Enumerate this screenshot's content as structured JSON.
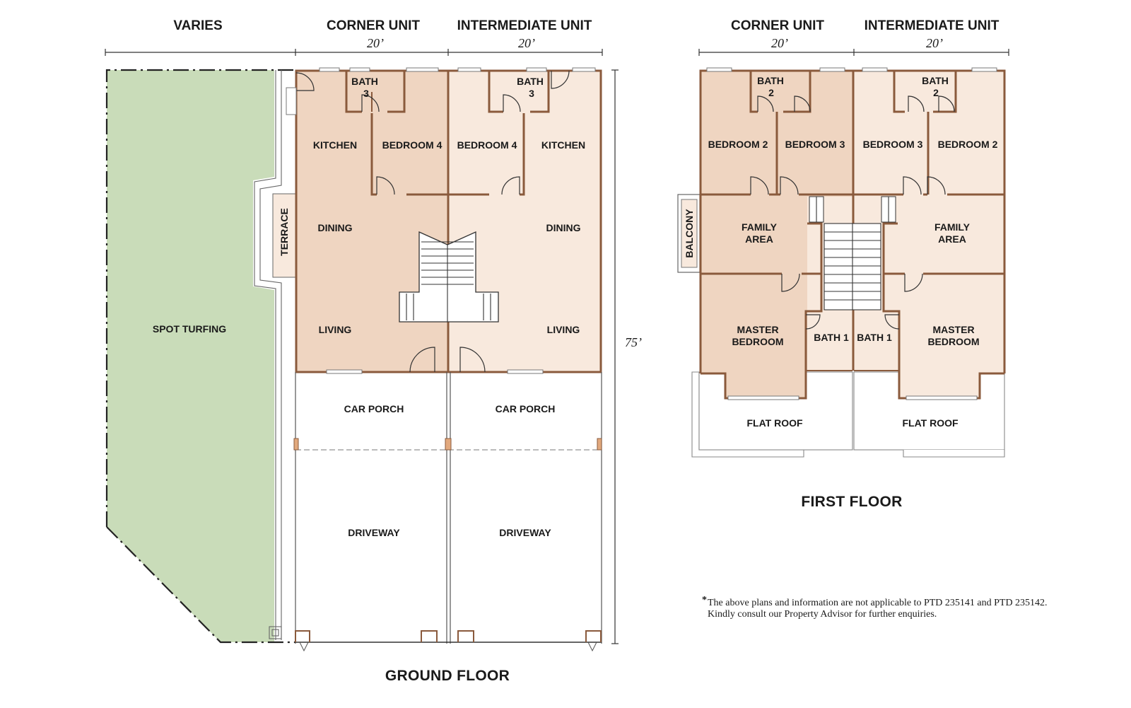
{
  "headers": {
    "varies": "VARIES",
    "gf_corner": "CORNER UNIT",
    "gf_intermediate": "INTERMEDIATE UNIT",
    "ff_corner": "CORNER UNIT",
    "ff_intermediate": "INTERMEDIATE UNIT"
  },
  "dimensions": {
    "gf_corner_width": "20’",
    "gf_intermediate_width": "20’",
    "ff_corner_width": "20’",
    "ff_intermediate_width": "20’",
    "depth": "75’"
  },
  "ground_floor": {
    "title": "GROUND FLOOR",
    "spot_turfing": "SPOT TURFING",
    "terrace": "TERRACE",
    "corner": {
      "bath_line1": "BATH",
      "bath_line2": "3",
      "kitchen": "KITCHEN",
      "bedroom": "BEDROOM 4",
      "dining": "DINING",
      "living": "LIVING",
      "car_porch": "CAR PORCH",
      "driveway": "DRIVEWAY"
    },
    "intermediate": {
      "bath_line1": "BATH",
      "bath_line2": "3",
      "kitchen": "KITCHEN",
      "bedroom": "BEDROOM 4",
      "dining": "DINING",
      "living": "LIVING",
      "car_porch": "CAR PORCH",
      "driveway": "DRIVEWAY"
    }
  },
  "first_floor": {
    "title": "FIRST FLOOR",
    "balcony": "BALCONY",
    "corner": {
      "bath_line1": "BATH",
      "bath_line2": "2",
      "bedroom_a": "BEDROOM 2",
      "bedroom_b": "BEDROOM 3",
      "family_line1": "FAMILY",
      "family_line2": "AREA",
      "master_line1": "MASTER",
      "master_line2": "BEDROOM",
      "bath1": "BATH 1",
      "flat_roof": "FLAT ROOF"
    },
    "intermediate": {
      "bath_line1": "BATH",
      "bath_line2": "2",
      "bedroom_a": "BEDROOM 3",
      "bedroom_b": "BEDROOM 2",
      "family_line1": "FAMILY",
      "family_line2": "AREA",
      "master_line1": "MASTER",
      "master_line2": "BEDROOM",
      "bath1": "BATH 1",
      "flat_roof": "FLAT ROOF"
    }
  },
  "note": {
    "asterisk": "*",
    "line1": "The above plans and information are not applicable to PTD 235141 and PTD 235142.",
    "line2": "Kindly consult our Property Advisor for further enquiries."
  },
  "colors": {
    "corner_fill": "#efd5c1",
    "intermediate_fill": "#f8e9dd",
    "turf": "#c9dcb9",
    "wall": "#8a5a3c"
  }
}
